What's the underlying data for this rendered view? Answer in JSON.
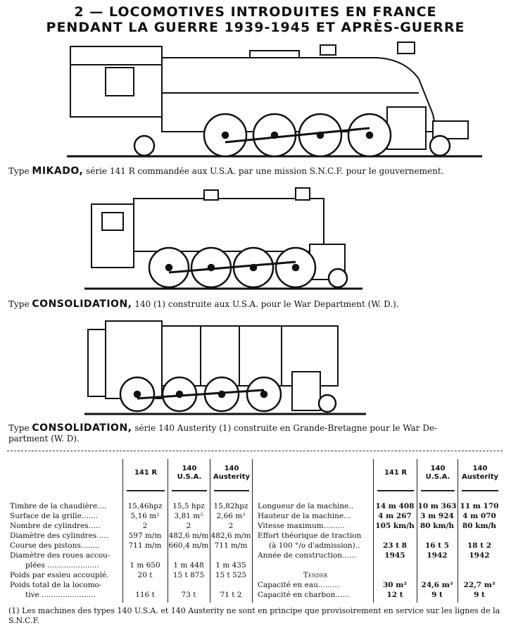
{
  "title": {
    "line1": "2 — LOCOMOTIVES INTRODUITES EN FRANCE",
    "line2": "PENDANT LA GUERRE 1939-1945 ET APRÈS-GUERRE"
  },
  "locomotives": [
    {
      "type_prefix": "Type",
      "type_name": "MIKADO,",
      "desc": "série 141 R commandée aux U.S.A. par une mission S.N.C.F. pour le gouvernement."
    },
    {
      "type_prefix": "Type",
      "type_name": "CONSOLIDATION,",
      "desc": "140 (1) construite aux U.S.A. pour le War Department (W. D.)."
    },
    {
      "type_prefix": "Type",
      "type_name": "CONSOLIDATION,",
      "desc": "série 140 Austerity (1) construite en Grande-Bretagne pour le War De-",
      "desc2": "partment (W. D)."
    }
  ],
  "table_left": {
    "headers": [
      "141 R",
      "140\nU.S.A.",
      "140\nAusterity"
    ],
    "labels": [
      "Timbre de la chaudière....",
      "Surface de la grille.......",
      "Nombre de cylindres.....",
      "Diamètre des cylindres ....",
      "Course des pistons........",
      "Diamètre des roues accou-",
      "plées ......................",
      "Poids par essieu accouplé.",
      "Poids total de la locomo-",
      "tive ......................."
    ],
    "col1": [
      "15,46hpz",
      "5,16 m²",
      "2",
      "597 m/m",
      "711 m/m",
      "",
      "1 m 650",
      "20 t",
      "",
      "116 t"
    ],
    "col2": [
      "15,5 hpz",
      "3,81 m²",
      "2",
      "482,6 m/m",
      "660,4 m/m",
      "",
      "1 m 448",
      "15 t 875",
      "",
      "73 t"
    ],
    "col3": [
      "15,82hpz",
      "2,66 m²",
      "2",
      "482,6 m/m",
      "711 m/m",
      "",
      "1 m 435",
      "15 t 525",
      "",
      "71 t 2"
    ]
  },
  "table_right": {
    "headers": [
      "141 R",
      "140\nU.S.A.",
      "140\nAusterity"
    ],
    "labels": [
      "Longueur de la machine..",
      "Hauteur de la machine...",
      "Vitesse maximum.........",
      "Effort théorique de traction",
      "(à 100 °/o d'admission)..",
      "Année de construction......",
      "",
      "Tender",
      "Capacité en eau.........",
      "Capacité en charbon......"
    ],
    "col1": [
      "14 m 408",
      "4 m 267",
      "105 km/h",
      "",
      "23 t 8",
      "1945",
      "",
      "",
      "30 m²",
      "12 t"
    ],
    "col2": [
      "10 m 363",
      "3 m 924",
      "80 km/h",
      "",
      "16 t 5",
      "1942",
      "",
      "",
      "24,6 m³",
      "9 t"
    ],
    "col3": [
      "11 m 170",
      "4 m 070",
      "80 km/h",
      "",
      "18 t 2",
      "1942",
      "",
      "",
      "22,7 m³",
      "9 t"
    ]
  },
  "footnote": "(1) Les machines des types 140 U.S.A. et 140 Austerity ne sont en principe que provisoirement en service sur les lignes de la S.N.C.F."
}
